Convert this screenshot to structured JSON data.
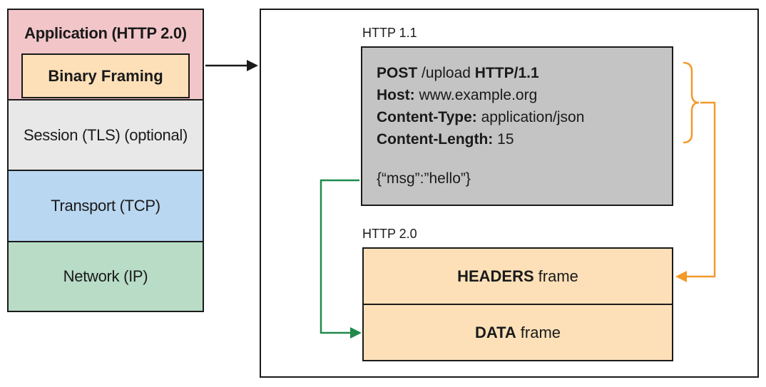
{
  "colors": {
    "application": "#f2c6c9",
    "binary_framing": "#fde0b8",
    "session": "#e8e8e8",
    "transport": "#b9d7f0",
    "network": "#b8dcc6",
    "http11_box": "#c4c4c4",
    "frame": "#fde0b8",
    "orange_arrow": "#f29a2a",
    "green_arrow": "#1f8a4c",
    "black_arrow": "#1a1a1a"
  },
  "layers": {
    "application": "Application (HTTP 2.0)",
    "binary_framing": "Binary Framing",
    "session": "Session (TLS) (optional)",
    "transport": "Transport (TCP)",
    "network": "Network (IP)"
  },
  "http11": {
    "label": "HTTP 1.1",
    "method": "POST",
    "path": "/upload",
    "version": "HTTP/1.1",
    "host_key": "Host:",
    "host_val": "www.example.org",
    "ctype_key": "Content-Type:",
    "ctype_val": "application/json",
    "clen_key": "Content-Length:",
    "clen_val": "15",
    "body": "{“msg”:”hello”}"
  },
  "http20": {
    "label": "HTTP 2.0",
    "headers_bold": "HEADERS",
    "headers_rest": "frame",
    "data_bold": "DATA",
    "data_rest": "frame"
  }
}
